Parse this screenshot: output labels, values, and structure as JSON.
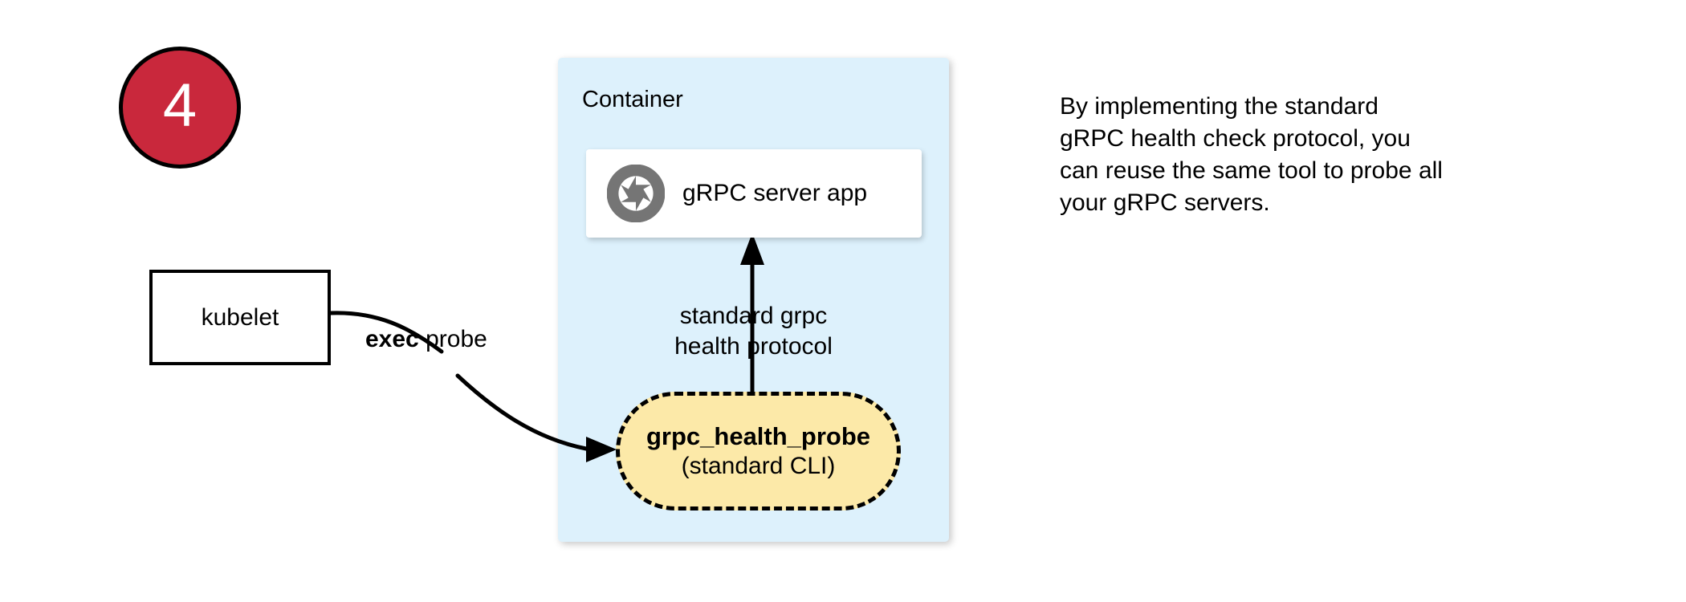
{
  "step": {
    "number": "4",
    "circle_color": "#c9283c",
    "border_color": "#000000",
    "text_color": "#ffffff"
  },
  "kubelet": {
    "label": "kubelet"
  },
  "exec_edge": {
    "keyword": "exec",
    "rest": " probe",
    "full_label": "exec probe"
  },
  "container": {
    "title": "Container",
    "fill_color": "#ddf1fc"
  },
  "server": {
    "label": "gRPC server app",
    "icon": "aperture-icon",
    "icon_color": "#757575",
    "fill_color": "#ffffff"
  },
  "protocol_edge": {
    "line1": "standard grpc",
    "line2": "health protocol"
  },
  "probe": {
    "name": "grpc_health_probe",
    "subtitle": "(standard CLI)",
    "fill_color": "#fce9a8",
    "border_color": "#000000",
    "border_style": "dashed"
  },
  "annotation": {
    "line1": "By implementing the standard",
    "line2": "gRPC health check protocol, you",
    "line3": "can reuse the same tool to probe all",
    "line4": "your gRPC servers."
  }
}
